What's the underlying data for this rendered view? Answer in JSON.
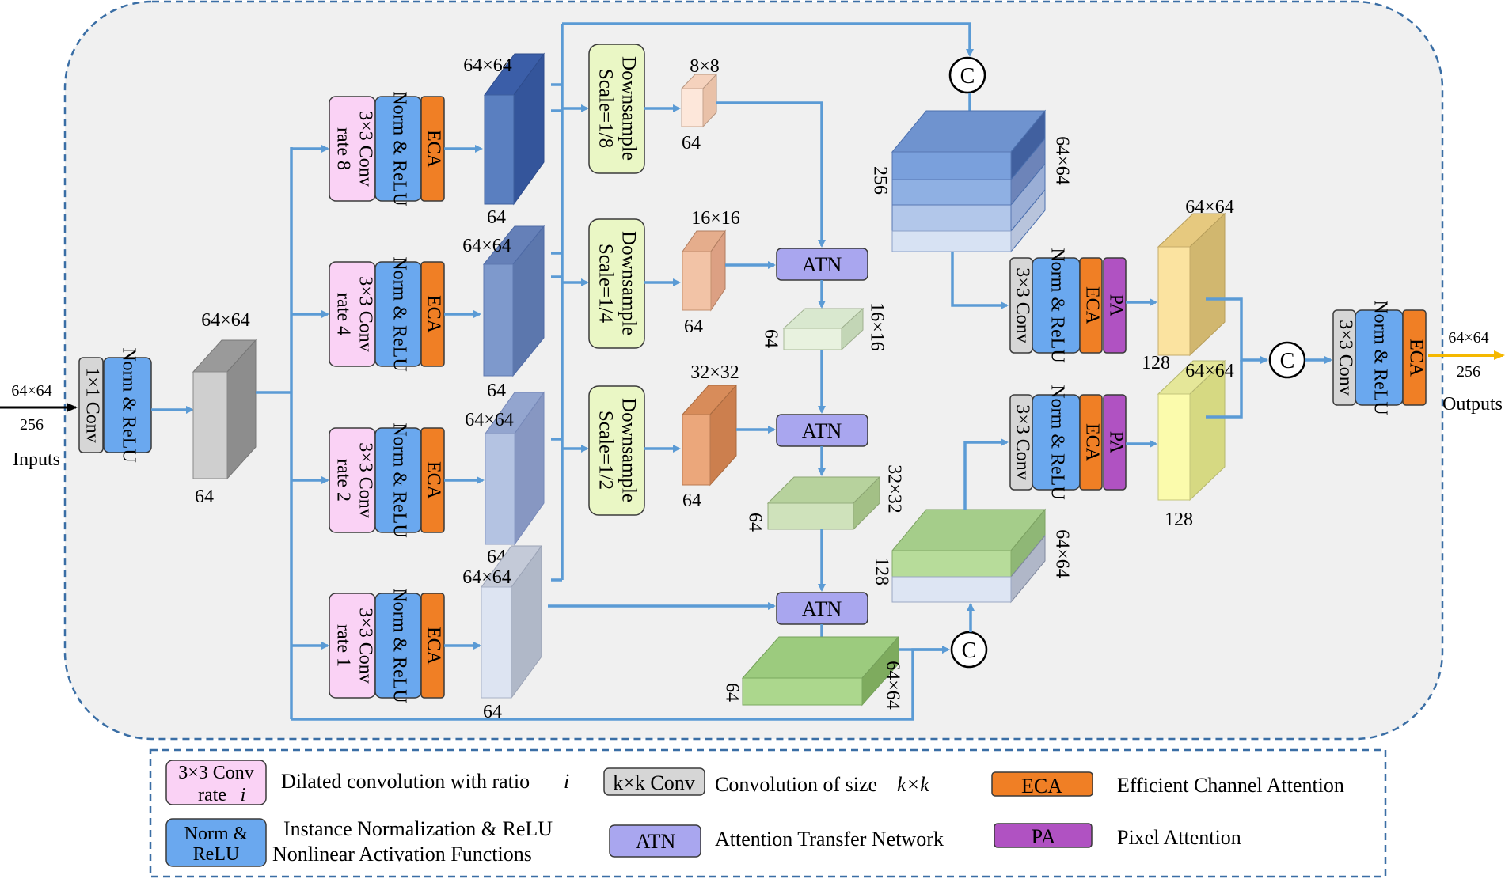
{
  "inputs": {
    "size": "64×64",
    "channels": "256",
    "label": "Inputs"
  },
  "outputs": {
    "size": "64×64",
    "channels": "256",
    "label": "Outputs"
  },
  "blocks": {
    "conv1x1": "1×1 Conv",
    "norm_relu": "Norm & ReLU",
    "eca": "ECA",
    "pa": "PA",
    "atn": "ATN",
    "conv3x3": "3×3 Conv",
    "concat": "C"
  },
  "stem": {
    "size": "64×64",
    "channels": "64"
  },
  "branches": [
    {
      "conv": "3×3 Conv",
      "rate": "rate 8",
      "size": "64×64",
      "channels": "64"
    },
    {
      "conv": "3×3 Conv",
      "rate": "rate 4",
      "size": "64×64",
      "channels": "64"
    },
    {
      "conv": "3×3 Conv",
      "rate": "rate 2",
      "size": "64×64",
      "channels": "64"
    },
    {
      "conv": "3×3 Conv",
      "rate": "rate 1",
      "size": "64×64",
      "channels": "64"
    }
  ],
  "downsamples": [
    {
      "label": "Downsample",
      "scale": "Scale=1/8",
      "size": "8×8",
      "channels": "64"
    },
    {
      "label": "Downsample",
      "scale": "Scale=1/4",
      "size": "16×16",
      "channels": "64"
    },
    {
      "label": "Downsample",
      "scale": "Scale=1/2",
      "size": "32×32",
      "channels": "64"
    }
  ],
  "atn_outputs": [
    {
      "size": "16×16",
      "channels": "64"
    },
    {
      "size": "32×32",
      "channels": "64"
    },
    {
      "size": "64×64",
      "channels": "64"
    }
  ],
  "stack_top": {
    "size": "64×64",
    "channels": "256"
  },
  "stack_bottom": {
    "size": "64×64",
    "channels": "128"
  },
  "merge_top": {
    "size": "64×64",
    "channels": "128"
  },
  "merge_bottom": {
    "size": "64×64",
    "channels": "128"
  },
  "legend": {
    "dilated_box": "3×3 Conv",
    "dilated_box_rate": "rate",
    "dilated_box_i": "i",
    "dilated_text": "Dilated convolution with ratio",
    "dilated_text_i": "i",
    "kconv_box": "k×k Conv",
    "kconv_text": "Convolution of size",
    "kconv_text_k": "k×k",
    "eca_box": "ECA",
    "eca_text": "Efficient Channel Attention",
    "norm_box_1": "Norm &",
    "norm_box_2": "ReLU",
    "norm_text_1": "Instance Normalization & ReLU",
    "norm_text_2": "Nonlinear Activation Functions",
    "atn_box": "ATN",
    "atn_text": "Attention Transfer Network",
    "pa_box": "PA",
    "pa_text": "Pixel Attention"
  },
  "colors": {
    "background": "#f0f0f0",
    "border": "#3a6ea5",
    "arrow": "#5b9bd5",
    "output_arrow": "#f5b800",
    "pink": "#fad2f5",
    "blue": "#6aa8ef",
    "orange": "#f07f25",
    "purple": "#b052c2",
    "atn": "#a9a6ef",
    "gray": "#d6d6d6",
    "downsample": "#eaf7c5"
  }
}
